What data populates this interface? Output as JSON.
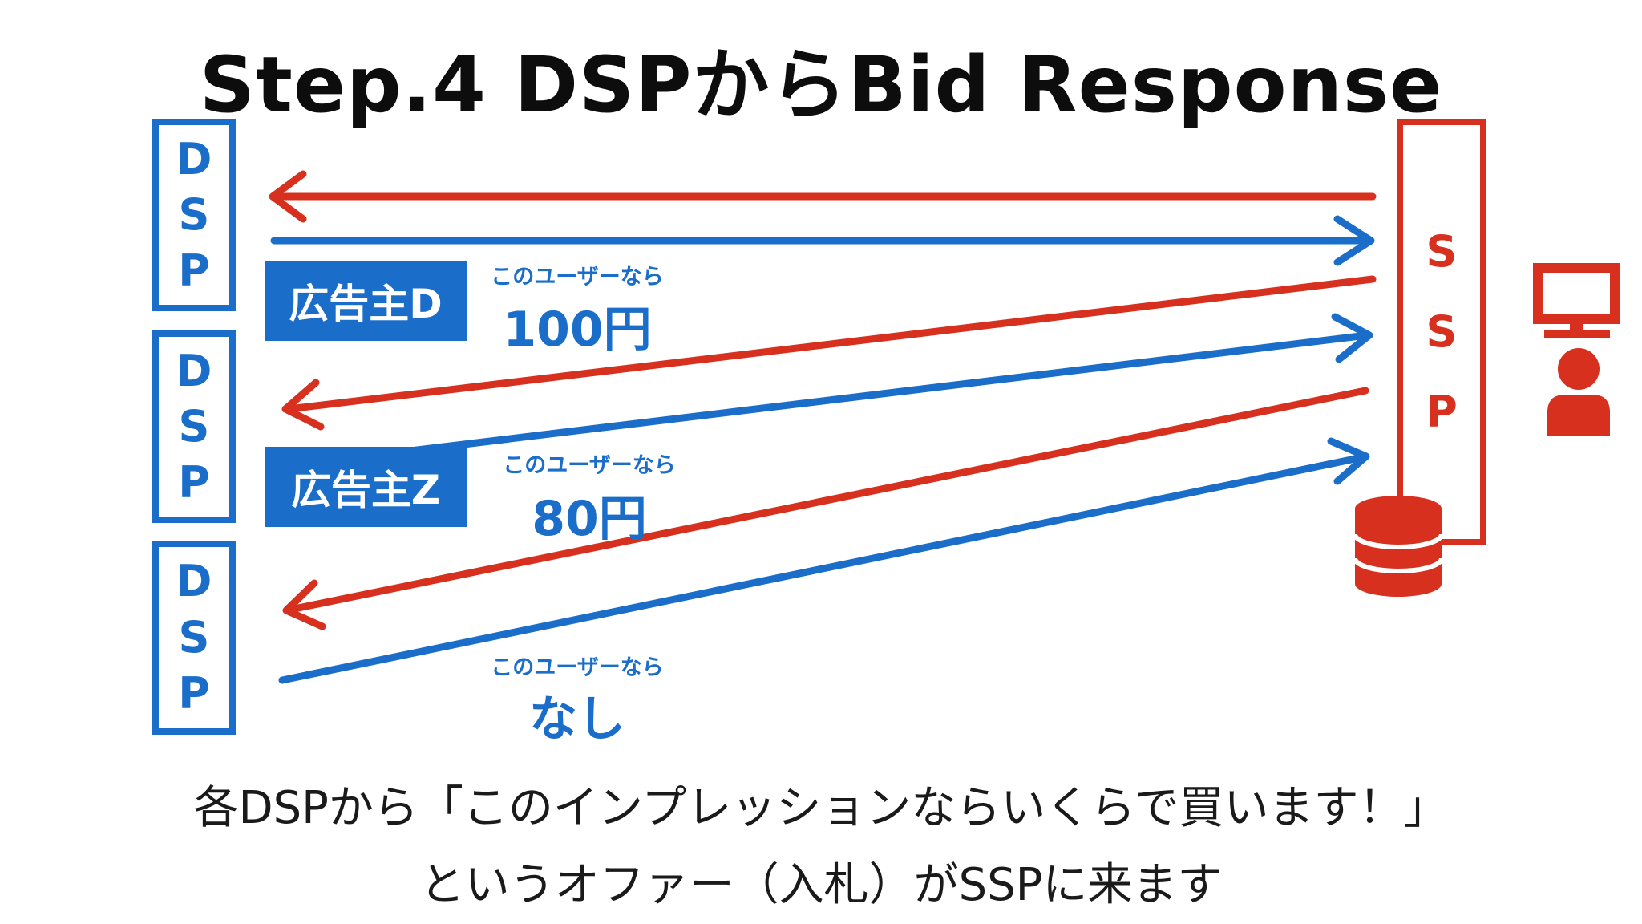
{
  "title": "Step.4 DSPからBid Response",
  "dsp_boxes": [
    {
      "letters": [
        "D",
        "S",
        "P"
      ]
    },
    {
      "letters": [
        "D",
        "S",
        "P"
      ]
    },
    {
      "letters": [
        "D",
        "S",
        "P"
      ]
    }
  ],
  "ssp_box": {
    "letters": [
      "S",
      "S",
      "P"
    ]
  },
  "advertisers": [
    {
      "label": "広告主D"
    },
    {
      "label": "広告主Z"
    }
  ],
  "offers": [
    {
      "caption": "このユーザーなら",
      "price": "100円"
    },
    {
      "caption": "このユーザーなら",
      "price": "80円"
    },
    {
      "caption": "このユーザーなら",
      "price": "なし"
    }
  ],
  "footer": {
    "line1": "各DSPから「このインプレッションならいくらで買います！」",
    "line2": "というオファー（入札）がSSPに来ます"
  },
  "colors": {
    "dsp_blue": "#1a6dc8",
    "ssp_red": "#d7301f",
    "title": "#0d0d0d"
  },
  "icons": [
    "computer-monitor-icon",
    "user-person-icon",
    "database-icon"
  ]
}
